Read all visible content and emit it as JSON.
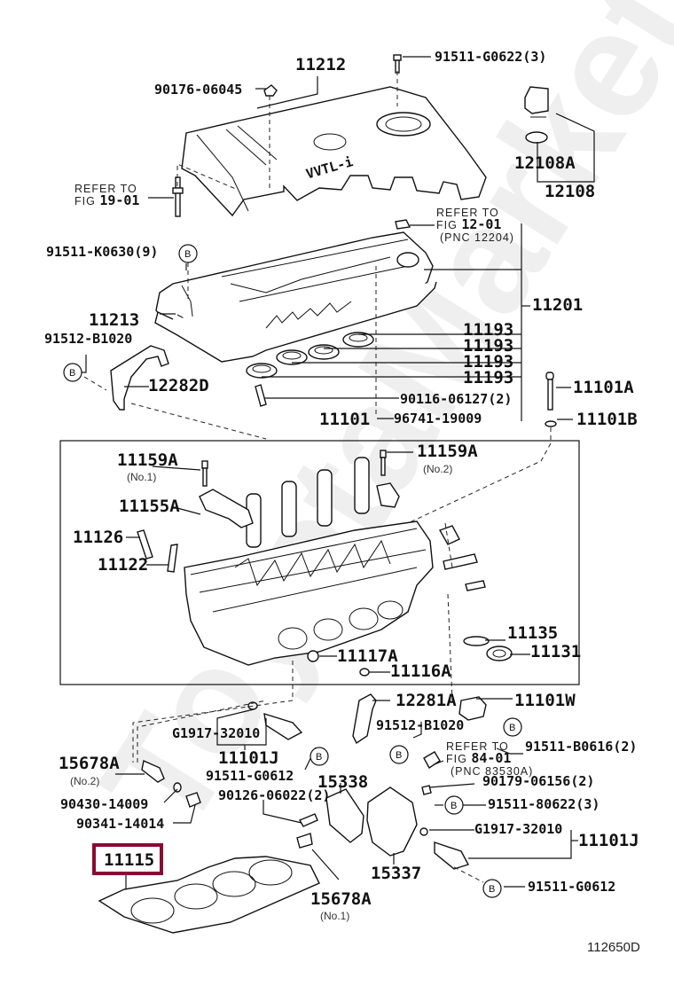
{
  "diagram": {
    "watermark": "ToyotaMarket.ru",
    "figure_number": "112650D",
    "highlight_color": "#8b0a32",
    "highlighted_part": "11115",
    "bolt_marker": "B",
    "labels": {
      "p11212": "11212",
      "p90176": "90176-06045",
      "p91511_g0622": "91511-G0622(3)",
      "p12108a": "12108A",
      "p12108": "12108",
      "ref19_l1": "REFER TO",
      "ref19_l2a": "FIG ",
      "ref19_l2b": "19-01",
      "ref12_l1": "REFER TO",
      "ref12_l2a": "FIG ",
      "ref12_l2b": "12-01",
      "ref12_l3": "(PNC 12204)",
      "p91511_k0630": "91511-K0630(9)",
      "p11201": "11201",
      "p11213": "11213",
      "p91512_b1020_a": "91512-B1020",
      "p11193_1": "11193",
      "p11193_2": "11193",
      "p11193_3": "11193",
      "p11193_4": "11193",
      "p12282d": "12282D",
      "p90116": "90116-06127(2)",
      "p11101a": "11101A",
      "p11101": "11101",
      "p96741": "96741-19009",
      "p11101b": "11101B",
      "p11159a_1": "11159A",
      "p11159a_1_sub": "(No.1)",
      "p11159a_2": "11159A",
      "p11159a_2_sub": "(No.2)",
      "p11155a": "11155A",
      "p11126": "11126",
      "p11122": "11122",
      "p11135": "11135",
      "p11131": "11131",
      "p11117a": "11117A",
      "p11116a": "11116A",
      "p12281a": "12281A",
      "p11101w": "11101W",
      "p91512_b1020_b": "91512-B1020",
      "p_g1917_a": "G1917-32010",
      "p11101j_a": "11101J",
      "p91511_b0616": "91511-B0616(2)",
      "ref84_l1": "REFER TO",
      "ref84_l2a": "FIG ",
      "ref84_l2b": "84-01",
      "ref84_l3": "(PNC 83530A)",
      "p15678a_2": "15678A",
      "p15678a_2_sub": "(No.2)",
      "p91511_g0612_a": "91511-G0612",
      "p15338": "15338",
      "p90179": "90179-06156(2)",
      "p90430": "90430-14009",
      "p90126": "90126-06022(2)",
      "p91511_80622": "91511-80622(3)",
      "p90341": "90341-14014",
      "p_g1917_b": "G1917-32010",
      "p11101j_b": "11101J",
      "p11115": "11115",
      "p15337": "15337",
      "p15678a_1": "15678A",
      "p15678a_1_sub": "(No.1)",
      "p91511_g0612_b": "91511-G0612"
    }
  }
}
